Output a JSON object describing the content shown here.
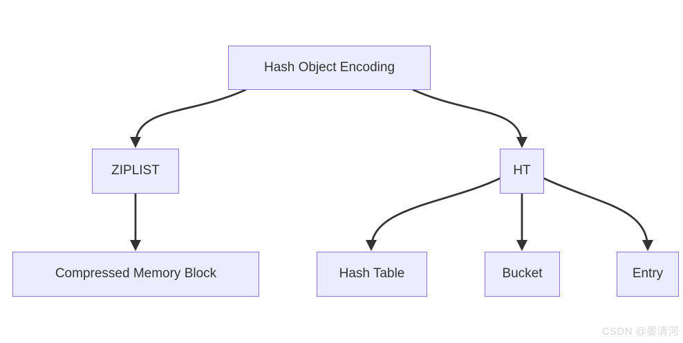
{
  "diagram": {
    "type": "flowchart",
    "nodes": [
      {
        "id": "root",
        "label": "Hash Object Encoding"
      },
      {
        "id": "ziplist",
        "label": "ZIPLIST"
      },
      {
        "id": "ht",
        "label": "HT"
      },
      {
        "id": "cmb",
        "label": "Compressed Memory Block"
      },
      {
        "id": "hash-table",
        "label": "Hash Table"
      },
      {
        "id": "bucket",
        "label": "Bucket"
      },
      {
        "id": "entry",
        "label": "Entry"
      }
    ],
    "edges": [
      {
        "from": "root",
        "to": "ziplist"
      },
      {
        "from": "root",
        "to": "ht"
      },
      {
        "from": "ziplist",
        "to": "cmb"
      },
      {
        "from": "ht",
        "to": "hash-table"
      },
      {
        "from": "ht",
        "to": "bucket"
      },
      {
        "from": "ht",
        "to": "entry"
      }
    ],
    "colors": {
      "node_fill": "#ECECFF",
      "node_border": "#9370DB",
      "edge": "#333333",
      "text": "#333333",
      "watermark": "#D8D8D8",
      "background": "#FFFFFF"
    }
  },
  "watermark": {
    "text": "CSDN @晏清河"
  }
}
